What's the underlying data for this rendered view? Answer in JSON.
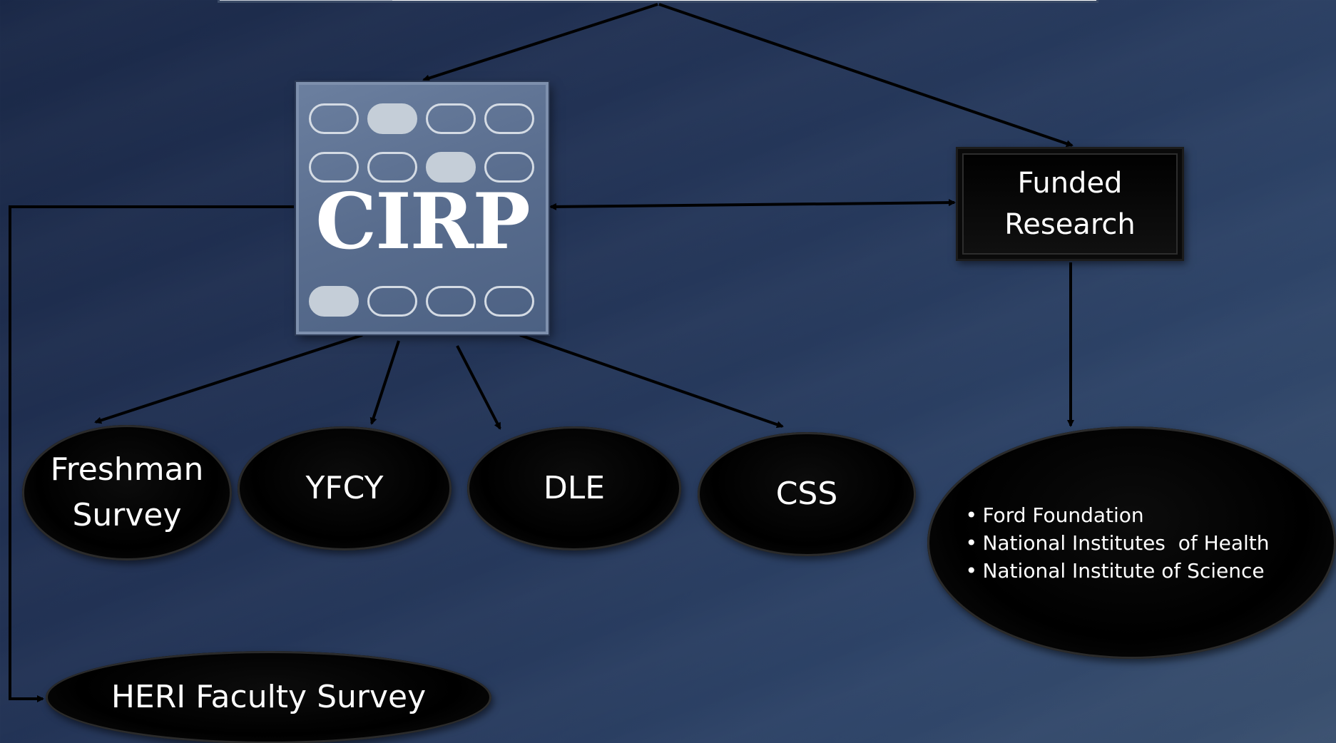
{
  "logo": {
    "text": "CIRP",
    "grid_filled": [
      [
        false,
        true,
        false,
        false
      ],
      [
        false,
        false,
        true,
        false
      ],
      [
        true,
        false,
        false,
        false
      ]
    ]
  },
  "funded_research": {
    "line1": "Funded",
    "line2": "Research"
  },
  "surveys": {
    "freshman": {
      "line1": "Freshman",
      "line2": "Survey"
    },
    "ycfy": "YFCY",
    "dle": "DLE",
    "css": "CSS",
    "heri": "HERI Faculty Survey"
  },
  "funders": {
    "bullet": "•",
    "items": [
      "Ford Foundation",
      "National Institutes  of Health",
      "National Institute of Science"
    ]
  },
  "colors": {
    "background": "#213153",
    "logo_fill": "#596d8e",
    "node_fill": "#000000",
    "text": "#ffffff",
    "connector": "#000000"
  }
}
